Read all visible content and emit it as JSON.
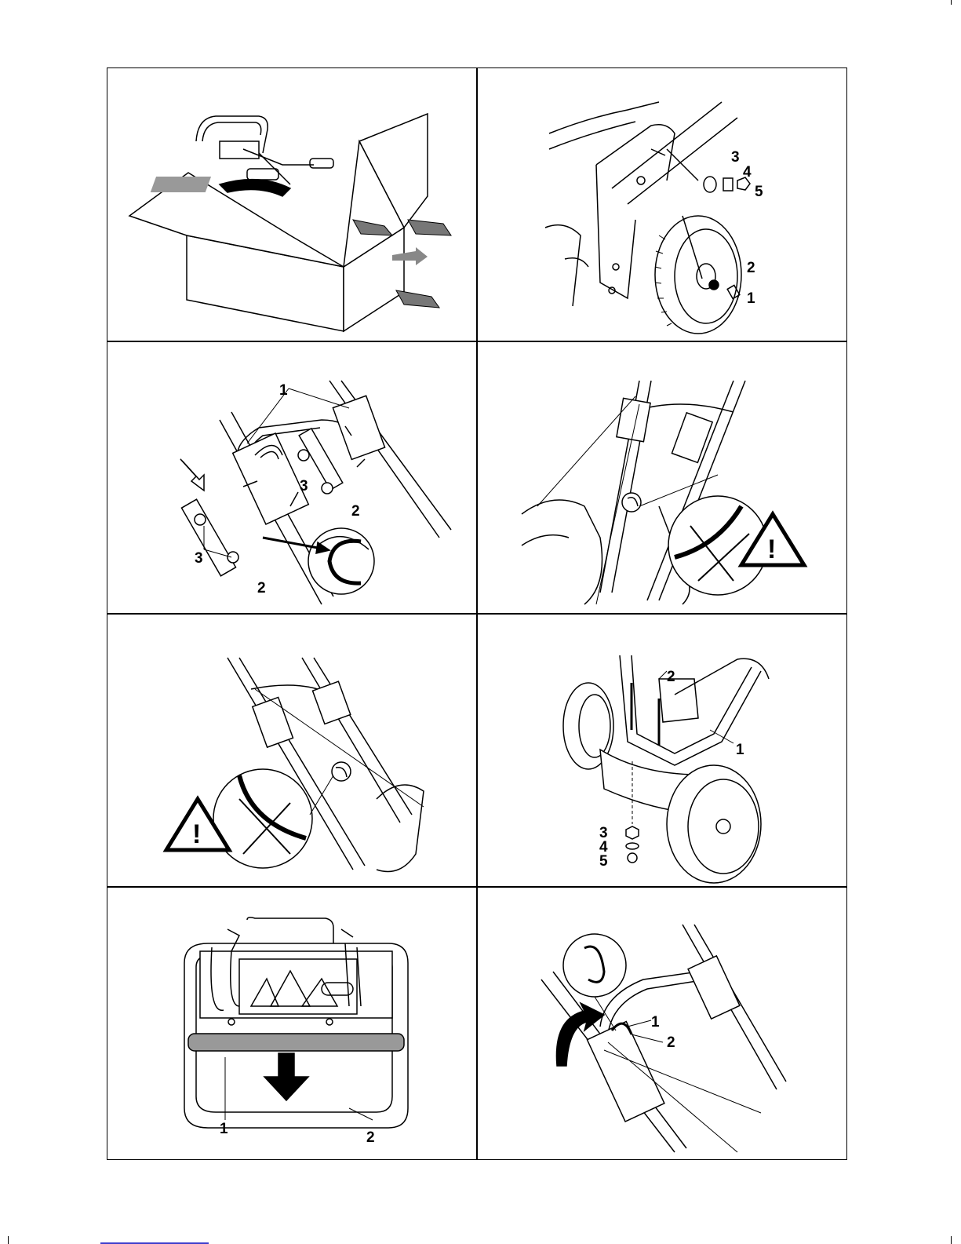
{
  "page": {
    "type": "assembly instruction figure sheet",
    "panels": [
      {
        "id": "p1",
        "labels": []
      },
      {
        "id": "p2",
        "labels": [
          "3",
          "4",
          "5",
          "2",
          "1"
        ]
      },
      {
        "id": "p3",
        "labels": [
          "1",
          "3",
          "2",
          "3",
          "2"
        ]
      },
      {
        "id": "p4",
        "labels": []
      },
      {
        "id": "p5",
        "labels": []
      },
      {
        "id": "p6",
        "labels": [
          "2",
          "1",
          "3",
          "4",
          "5"
        ]
      },
      {
        "id": "p7",
        "labels": [
          "1",
          "2"
        ]
      },
      {
        "id": "p8",
        "labels": [
          "1",
          "2"
        ]
      }
    ]
  },
  "icons": {
    "warning": "warning-triangle-icon",
    "prohibited": "cross-out-icon",
    "arrow": "arrow-icon"
  }
}
